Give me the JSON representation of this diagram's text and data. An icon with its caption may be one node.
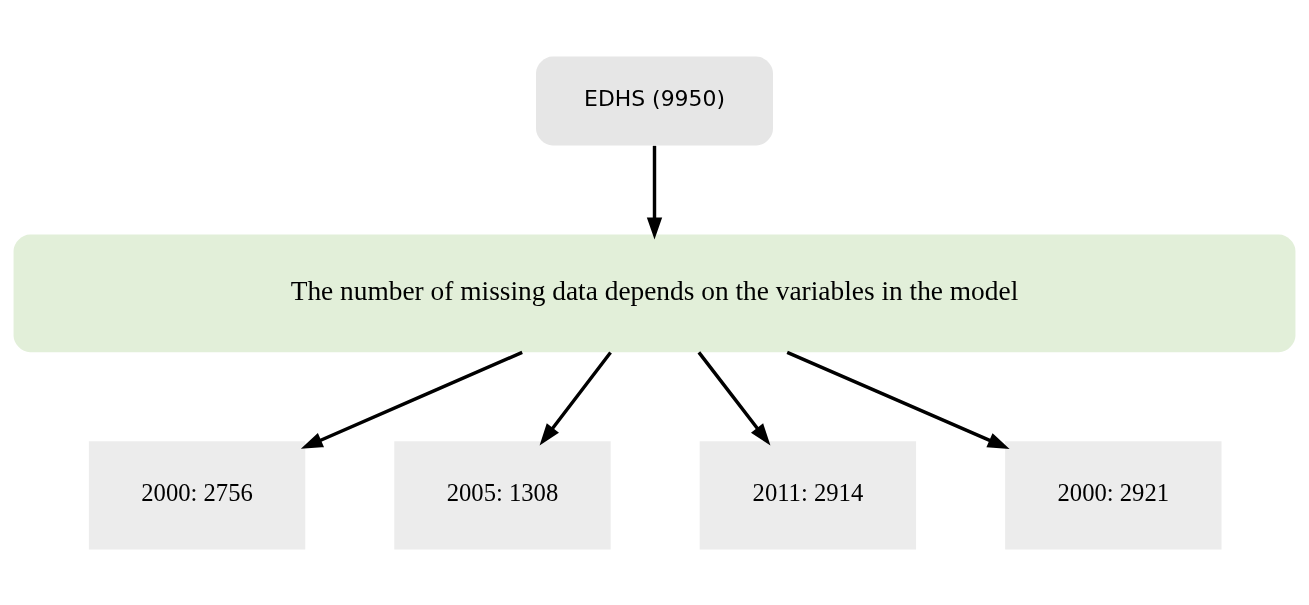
{
  "diagram": {
    "nodes": [
      {
        "text": [
          "EDHS (9950)"
        ]
      },
      {
        "text": [
          "The number of missing data depends on the variables in the model"
        ]
      },
      {
        "text": [
          "2000: 2756"
        ]
      },
      {
        "text": [
          "2005: 1308"
        ]
      },
      {
        "text": [
          "2011: 2914"
        ]
      },
      {
        "text": [
          "2000: 2921"
        ]
      }
    ],
    "edges": [
      {
        "from": 0,
        "to": 1,
        "arrow": "to"
      },
      {
        "from": 1,
        "to": 2,
        "arrow": "to"
      },
      {
        "from": 1,
        "to": 3,
        "arrow": "to"
      },
      {
        "from": 1,
        "to": 4,
        "arrow": "to"
      },
      {
        "from": 1,
        "to": 5,
        "arrow": "to"
      }
    ]
  }
}
